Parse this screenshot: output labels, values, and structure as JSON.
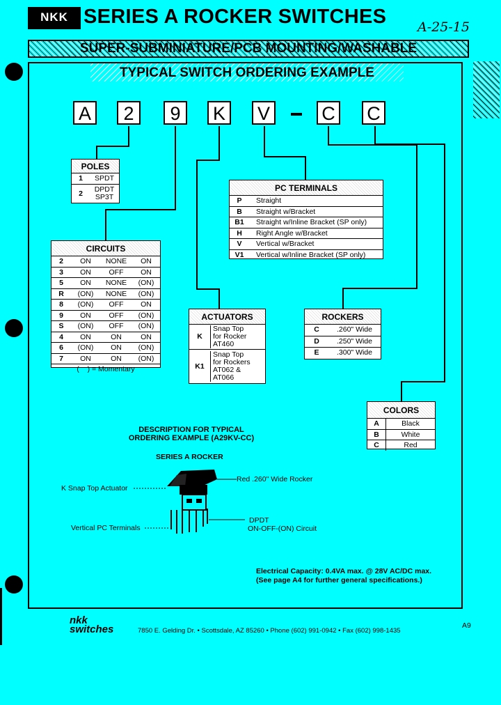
{
  "header": {
    "logo": "NKK",
    "title": "SERIES A ROCKER SWITCHES",
    "handwritten_note": "A-25-15",
    "subtitle": "SUPER-SUBMINIATURE/PCB MOUNTING/WASHABLE"
  },
  "example": {
    "title": "TYPICAL SWITCH ORDERING EXAMPLE",
    "codes": [
      "A",
      "2",
      "9",
      "K",
      "V",
      "-",
      "C",
      "C"
    ]
  },
  "poles": {
    "title": "POLES",
    "rows": [
      {
        "code": "1",
        "desc": "SPDT"
      },
      {
        "code": "2",
        "desc": "DPDT\nSP3T"
      }
    ]
  },
  "pc_terminals": {
    "title": "PC TERMINALS",
    "rows": [
      {
        "code": "P",
        "desc": "Straight"
      },
      {
        "code": "B",
        "desc": "Straight w/Bracket"
      },
      {
        "code": "B1",
        "desc": "Straight w/Inline Bracket (SP only)"
      },
      {
        "code": "H",
        "desc": "Right Angle w/Bracket"
      },
      {
        "code": "V",
        "desc": "Vertical w/Bracket"
      },
      {
        "code": "V1",
        "desc": "Vertical w/Inline Bracket (SP only)"
      }
    ]
  },
  "circuits": {
    "title": "CIRCUITS",
    "rows": [
      {
        "code": "2",
        "c1": "ON",
        "c2": "NONE",
        "c3": "ON"
      },
      {
        "code": "3",
        "c1": "ON",
        "c2": "OFF",
        "c3": "ON"
      },
      {
        "code": "5",
        "c1": "ON",
        "c2": "NONE",
        "c3": "(ON)"
      },
      {
        "code": "R",
        "c1": "(ON)",
        "c2": "NONE",
        "c3": "(ON)"
      },
      {
        "code": "8",
        "c1": "(ON)",
        "c2": "OFF",
        "c3": "ON"
      },
      {
        "code": "9",
        "c1": "ON",
        "c2": "OFF",
        "c3": "(ON)"
      },
      {
        "code": "S",
        "c1": "(ON)",
        "c2": "OFF",
        "c3": "(ON)"
      },
      {
        "code": "4",
        "c1": "ON",
        "c2": "ON",
        "c3": "ON"
      },
      {
        "code": "6",
        "c1": "(ON)",
        "c2": "ON",
        "c3": "(ON)"
      },
      {
        "code": "7",
        "c1": "ON",
        "c2": "ON",
        "c3": "(ON)"
      }
    ],
    "footnote": "(    ) = Momentary"
  },
  "actuators": {
    "title": "ACTUATORS",
    "rows": [
      {
        "code": "K",
        "desc": "Snap Top\nfor Rocker\nAT460"
      },
      {
        "code": "K1",
        "desc": "Snap Top\nfor Rockers\nAT062 &\nAT066"
      }
    ]
  },
  "rockers": {
    "title": "ROCKERS",
    "rows": [
      {
        "code": "C",
        "desc": ".260\" Wide"
      },
      {
        "code": "D",
        "desc": ".250\" Wide"
      },
      {
        "code": "E",
        "desc": ".300\" Wide"
      }
    ]
  },
  "colors": {
    "title": "COLORS",
    "rows": [
      {
        "code": "A",
        "desc": "Black"
      },
      {
        "code": "B",
        "desc": "White"
      },
      {
        "code": "C",
        "desc": "Red"
      }
    ]
  },
  "description": {
    "title_line1": "DESCRIPTION FOR TYPICAL",
    "title_line2": "ORDERING EXAMPLE (A29KV-CC)",
    "series": "SERIES A ROCKER",
    "label_actuator": "K Snap Top Actuator",
    "label_rocker": "Red .260\" Wide Rocker",
    "label_terminals": "Vertical PC Terminals",
    "label_circuit_1": "DPDT",
    "label_circuit_2": "ON-OFF-(ON) Circuit"
  },
  "electrical": {
    "line1": "Electrical Capacity:  0.4VA max. @ 28V AC/DC max.",
    "line2": "(See page A4 for further general specifications.)"
  },
  "footer": {
    "logo_top": "nkk",
    "logo_bottom": "switches",
    "address": "7850 E. Gelding Dr.   •   Scottsdale, AZ 85260   •   Phone (602) 991-0942   •   Fax (602) 998-1435",
    "page": "A9"
  }
}
